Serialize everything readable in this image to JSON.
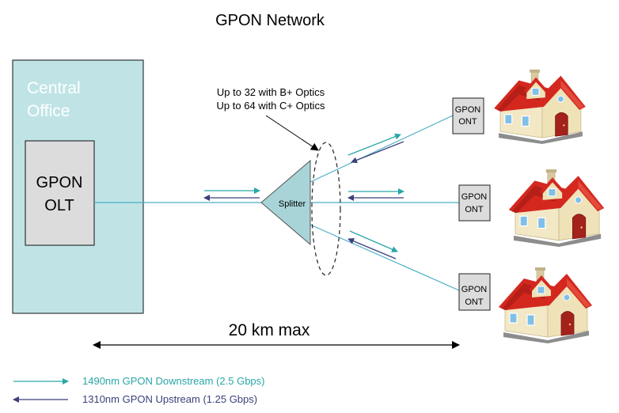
{
  "title": "GPON Network",
  "central_office": {
    "label_line1": "Central",
    "label_line2": "Office"
  },
  "olt": {
    "label_line1": "GPON",
    "label_line2": "OLT"
  },
  "splitter": {
    "label": "Splitter"
  },
  "splitter_note": {
    "line1": "Up to 32 with B+ Optics",
    "line2": "Up to 64 with C+ Optics"
  },
  "onts": [
    {
      "line1": "GPON",
      "line2": "ONT"
    },
    {
      "line1": "GPON",
      "line2": "ONT"
    },
    {
      "line1": "GPON",
      "line2": "ONT"
    }
  ],
  "distance": {
    "label": "20 km max"
  },
  "legend": {
    "downstream": "1490nm GPON Downstream (2.5 Gbps)",
    "upstream": "1310nm GPON Upstream (1.25 Gbps)"
  },
  "colors": {
    "office_fill": "#c0e4e6",
    "office_text": "#ffffff",
    "olt_fill": "#dcdcdc",
    "splitter_fill": "#a8d4d8",
    "fiber": "#4aaec6",
    "downstream": "#2aa6a8",
    "upstream": "#3c3f7a",
    "house_wall": "#f2e7c4",
    "house_roof": "#d52a22",
    "house_door": "#a4221c",
    "house_window": "#7fc0e8",
    "house_base": "#9a9a9a"
  }
}
